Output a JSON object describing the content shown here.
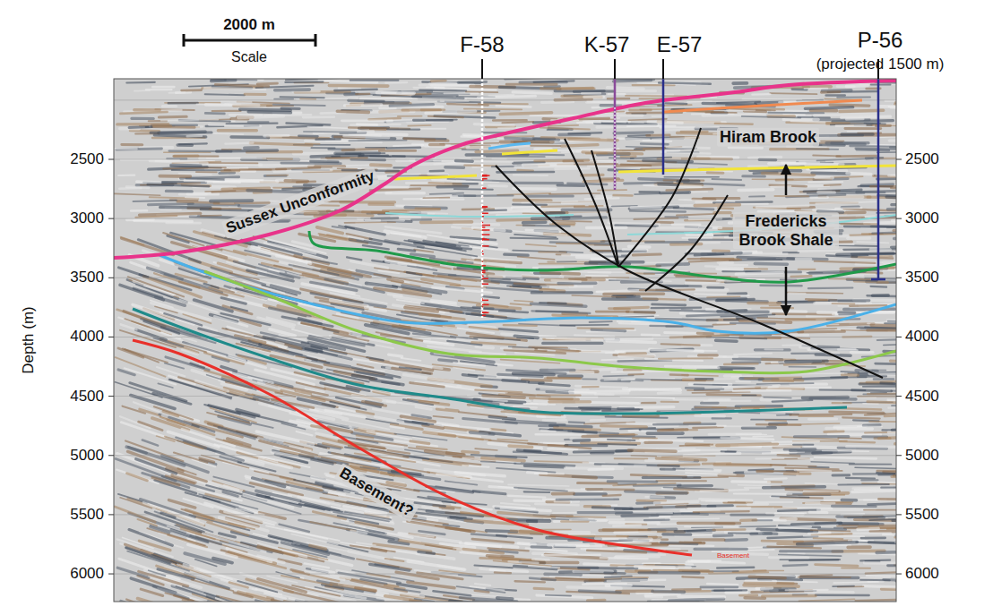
{
  "diagram": {
    "labels": [
      "2000 m",
      "Scale",
      "F-58",
      "K-57",
      "E-57",
      "P-56",
      "(projected 1500 m)",
      "Hiram Brook",
      "Sussex Unconformity",
      "Fredericks Brook Shale",
      "Basement?",
      "Basement",
      "Depth (m)",
      "2500",
      "3000",
      "3500",
      "4000",
      "4500",
      "5000",
      "5500",
      "6000",
      "2500",
      "3000",
      "3500",
      "4000",
      "4500",
      "5000",
      "5500",
      "6000"
    ]
  }
}
